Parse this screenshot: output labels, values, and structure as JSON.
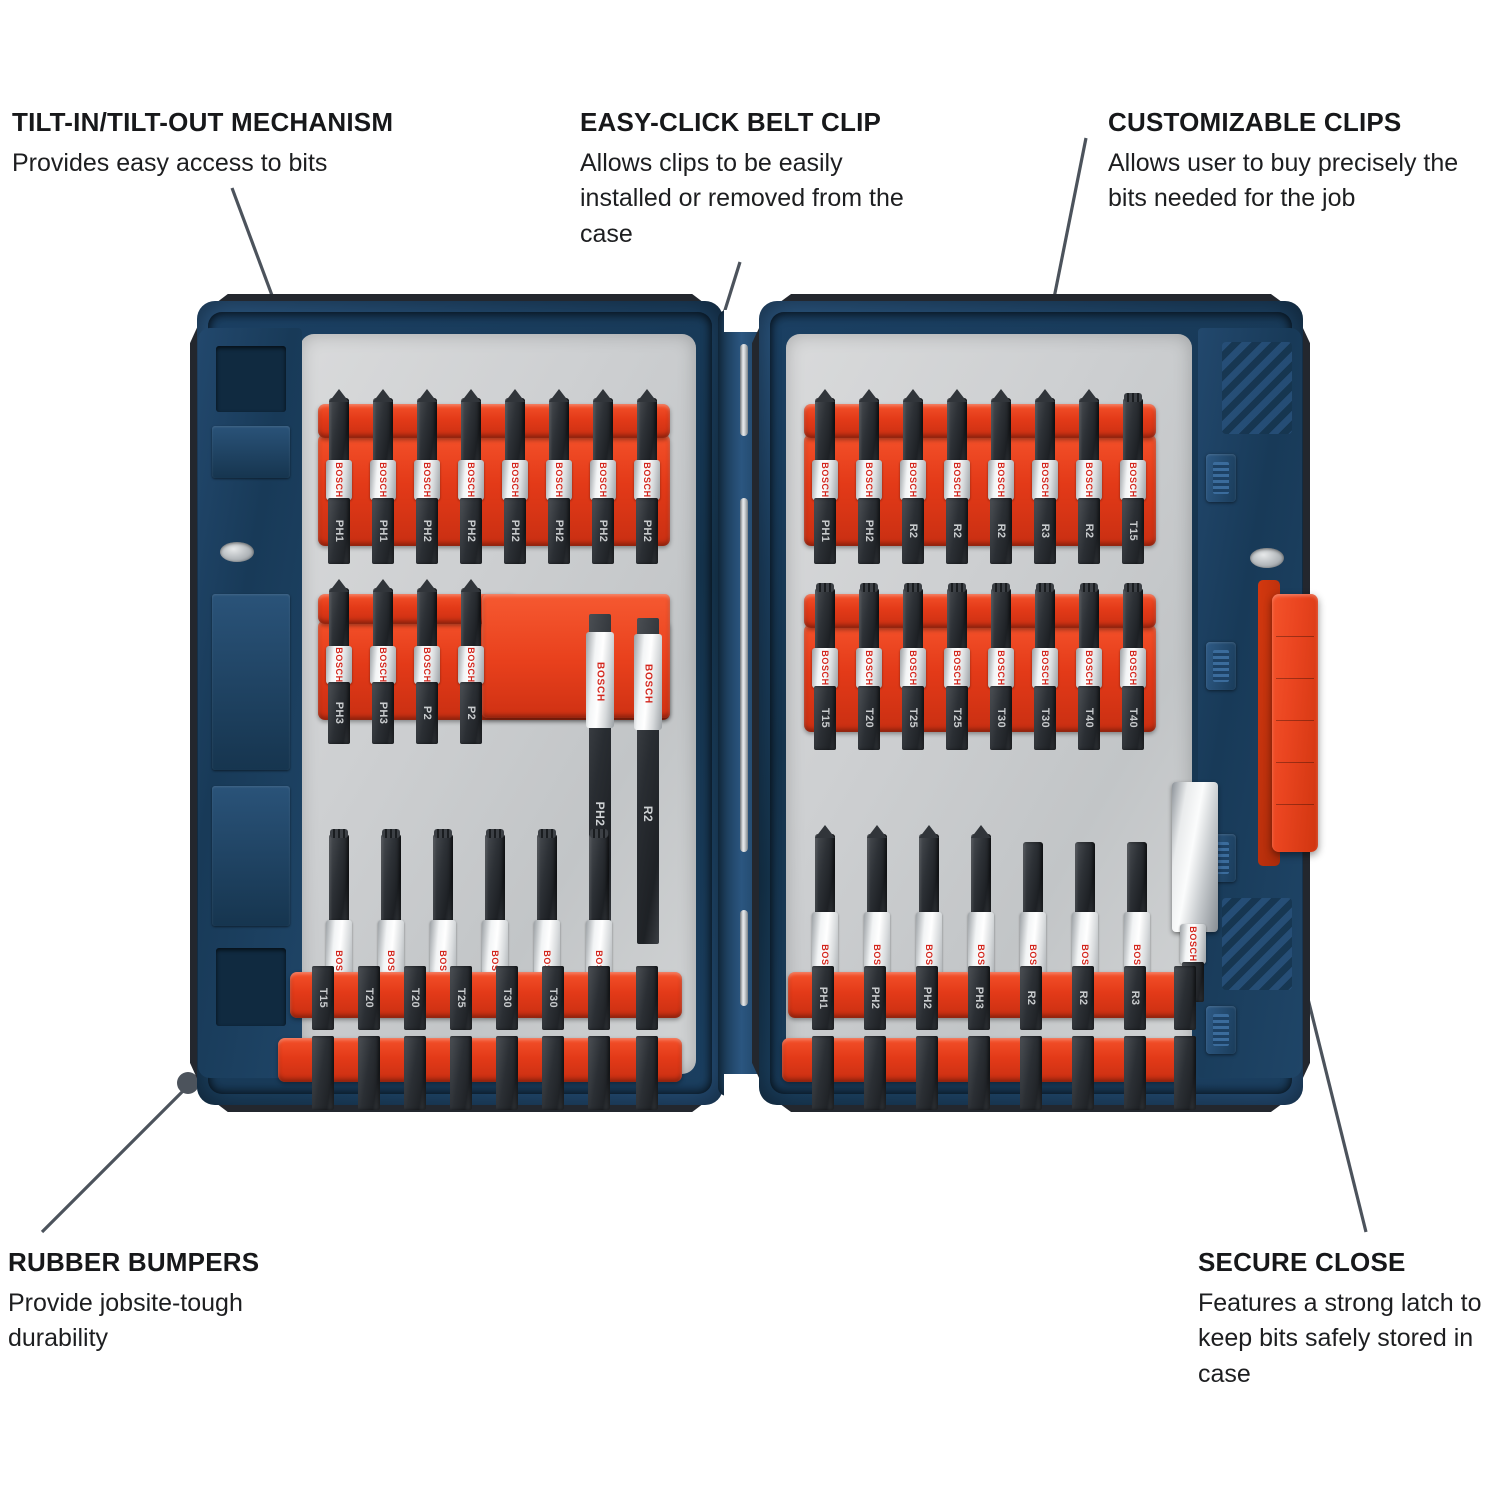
{
  "product": {
    "brand": "BOSCH",
    "kind": "Impact screwdriver bit set in tilt-in/tilt-out case"
  },
  "colors": {
    "case_blue": "#1b4063",
    "clip_red": "#e33a18",
    "bumper_dark": "#23272e",
    "tray_gray": "#cdcfd1",
    "text_black": "#17181a",
    "leader_gray": "#4c535c",
    "bosch_red": "#d3261d"
  },
  "annotations": [
    {
      "id": "tilt-in-tilt-out",
      "title": "TILT-IN/TILT-OUT MECHANISM",
      "body": "Provides easy access to bits"
    },
    {
      "id": "easy-click-belt-clip",
      "title": "EASY-CLICK BELT CLIP",
      "body": "Allows clips to be easily installed or removed from the case"
    },
    {
      "id": "customizable-clips",
      "title": "CUSTOMIZABLE CLIPS",
      "body": "Allows user to buy precisely the bits needed for the job"
    },
    {
      "id": "rubber-bumpers",
      "title": "RUBBER BUMPERS",
      "body": "Provide jobsite-tough durability"
    },
    {
      "id": "secure-close",
      "title": "SECURE CLOSE",
      "body": "Features a strong latch to keep bits safely stored in case"
    }
  ],
  "bit_rows": {
    "left_top": [
      "PH1",
      "PH1",
      "PH2",
      "PH2",
      "PH2",
      "PH2",
      "PH2",
      "PH2"
    ],
    "left_middle": [
      "PH3",
      "PH3",
      "P2",
      "P2"
    ],
    "left_lower": [
      "T15",
      "T20",
      "T20",
      "T25",
      "T30",
      "T30"
    ],
    "left_bottom": [
      "T15",
      "T20",
      "T20",
      "T25",
      "T30",
      "T30",
      "PH2",
      "R2"
    ],
    "right_top": [
      "PH1",
      "PH2",
      "R2",
      "R2",
      "R2",
      "R3",
      "R2",
      "T15"
    ],
    "right_middle": [
      "T15",
      "T20",
      "T25",
      "T25",
      "T30",
      "T30",
      "T40",
      "T40"
    ],
    "right_lower": [
      "PH1",
      "PH2",
      "PH2",
      "PH3",
      "R2",
      "R2",
      "R3"
    ],
    "right_bottom": [
      "PH1",
      "PH2",
      "PH2",
      "PH3",
      "R2",
      "R2",
      "R3"
    ]
  },
  "long_bits": [
    {
      "label": "PH2",
      "brand": "BOSCH"
    },
    {
      "label": "R2",
      "brand": "BOSCH"
    }
  ],
  "parts": {
    "magnetic_holder": "magnetic bit holder",
    "latch": "secure close latch",
    "hinge": "center hinge with steel pin",
    "belt_clip_boss": "easy-click belt clip mount"
  }
}
